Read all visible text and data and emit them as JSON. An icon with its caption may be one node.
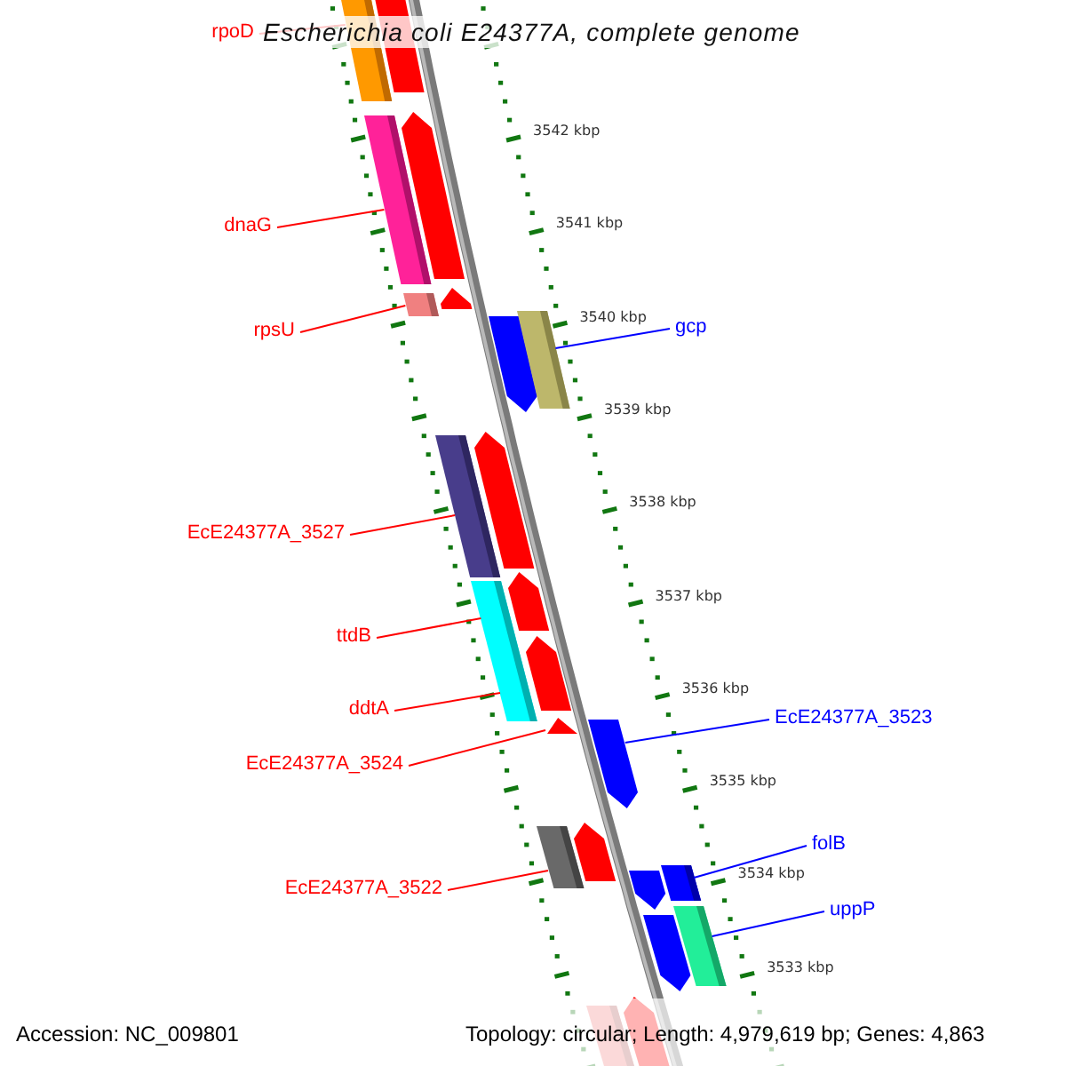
{
  "diagram": {
    "title": "Escherichia coli E24377A, complete genome",
    "nodes": [
      {
        "text": [
          "rpoD"
        ]
      },
      {
        "text": [
          "dnaG"
        ]
      },
      {
        "text": [
          "rpsU"
        ]
      },
      {
        "text": [
          "gcp"
        ]
      },
      {
        "text": [
          "EcE24377A_3527"
        ]
      },
      {
        "text": [
          "ttdB"
        ]
      },
      {
        "text": [
          "ddtA"
        ]
      },
      {
        "text": [
          "EcE24377A_3523"
        ]
      },
      {
        "text": [
          "EcE24377A_3524"
        ]
      },
      {
        "text": [
          "folB"
        ]
      },
      {
        "text": [
          "EcE24377A_3522"
        ]
      },
      {
        "text": [
          "uppP"
        ]
      },
      {
        "text": [],
        "shape": "bar"
      },
      {
        "text": [],
        "shape": "pentagon"
      },
      {
        "text": [],
        "shape": "bar"
      },
      {
        "text": [],
        "shape": "pentagon"
      },
      {
        "text": [],
        "shape": "bar"
      },
      {
        "text": [],
        "shape": "pentagon"
      },
      {
        "text": [],
        "shape": "pentagon"
      },
      {
        "text": [],
        "shape": "bar"
      },
      {
        "text": [],
        "shape": "bar"
      },
      {
        "text": [],
        "shape": "pentagon"
      },
      {
        "text": [],
        "shape": "bar"
      },
      {
        "text": [],
        "shape": "pentagon"
      },
      {
        "text": [],
        "shape": "pentagon"
      },
      {
        "text": [],
        "shape": "pentagon"
      },
      {
        "text": [],
        "shape": "pentagon"
      },
      {
        "text": [],
        "shape": "bar"
      },
      {
        "text": [],
        "shape": "pentagon"
      },
      {
        "text": [],
        "shape": "pentagon"
      },
      {
        "text": [],
        "shape": "bar"
      },
      {
        "text": [],
        "shape": "pentagon"
      },
      {
        "text": [],
        "shape": "bar"
      },
      {
        "text": [],
        "shape": "bar"
      },
      {
        "text": [],
        "shape": "pentagon"
      }
    ],
    "edges": [
      {
        "from": 0,
        "to": 12,
        "arrow": "none"
      },
      {
        "from": 1,
        "to": 14,
        "arrow": "none"
      },
      {
        "from": 2,
        "to": 16,
        "arrow": "none"
      },
      {
        "from": 3,
        "to": 19,
        "arrow": "none",
        "color": "#0000ff"
      },
      {
        "from": 4,
        "to": 20,
        "arrow": "none"
      },
      {
        "from": 5,
        "to": 22,
        "arrow": "none"
      },
      {
        "from": 6,
        "to": 22,
        "arrow": "none"
      },
      {
        "from": 7,
        "to": 26,
        "arrow": "none",
        "color": "#0000ff"
      },
      {
        "from": 8,
        "to": 25,
        "arrow": "none"
      },
      {
        "from": 9,
        "to": 30,
        "arrow": "none",
        "color": "#0000ff"
      },
      {
        "from": 10,
        "to": 27,
        "arrow": "none"
      },
      {
        "from": 11,
        "to": 32,
        "arrow": "none",
        "color": "#0000ff"
      }
    ],
    "labels": [
      "3542 kbp",
      "3541 kbp",
      "3540 kbp",
      "3539 kbp",
      "3538 kbp",
      "3537 kbp",
      "3536 kbp",
      "3535 kbp",
      "3534 kbp",
      "3533 kbp",
      "Accession: NC_009801",
      "Topology: circular; Length: 4,979,619 bp; Genes: 4,863"
    ]
  }
}
